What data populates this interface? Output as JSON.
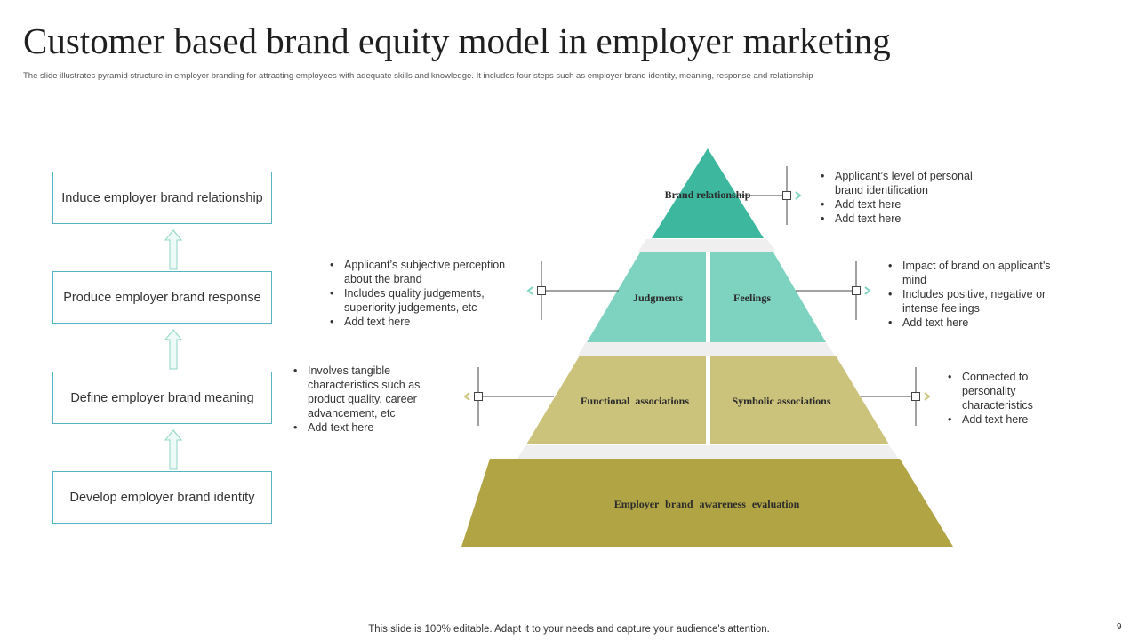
{
  "header": {
    "title": "Customer based brand equity model in employer marketing",
    "subtitle": "The slide illustrates pyramid structure in employer branding for attracting employees with adequate skills and knowledge. It includes four steps such as employer brand identity, meaning, response and relationship"
  },
  "steps": [
    "Induce employer brand relationship",
    "Produce employer brand response",
    "Define employer brand meaning",
    "Develop employer brand identity"
  ],
  "pyramid": {
    "top": "Brand relationship",
    "judgments": "Judgments",
    "feelings": "Feelings",
    "functional": "Functional associations",
    "symbolic": "Symbolic associations",
    "base": "Employer brand awareness evaluation"
  },
  "callouts": {
    "relationship": [
      "Applicant’s level of personal brand identification",
      "Add text here",
      "Add text here"
    ],
    "judgments": [
      "Applicant’s subjective perception about the brand",
      "Includes quality judgements, superiority judgements, etc",
      "Add text here"
    ],
    "feelings": [
      "Impact of brand on applicant’s mind",
      "Includes positive, negative or intense feelings",
      "Add text here"
    ],
    "functional": [
      "Involves tangible characteristics such as product quality, career advancement, etc",
      "Add text here"
    ],
    "symbolic": [
      "Connected to personality characteristics",
      "Add text here"
    ]
  },
  "colors": {
    "teal_dark": "#3db89e",
    "teal_light": "#7dd3c0",
    "olive_light": "#cbc27b",
    "olive_dark": "#b0a444",
    "box_border": "#55b3c2"
  },
  "footer": "This slide is 100% editable. Adapt it to your needs and capture your audience's attention.",
  "page_number": "9"
}
